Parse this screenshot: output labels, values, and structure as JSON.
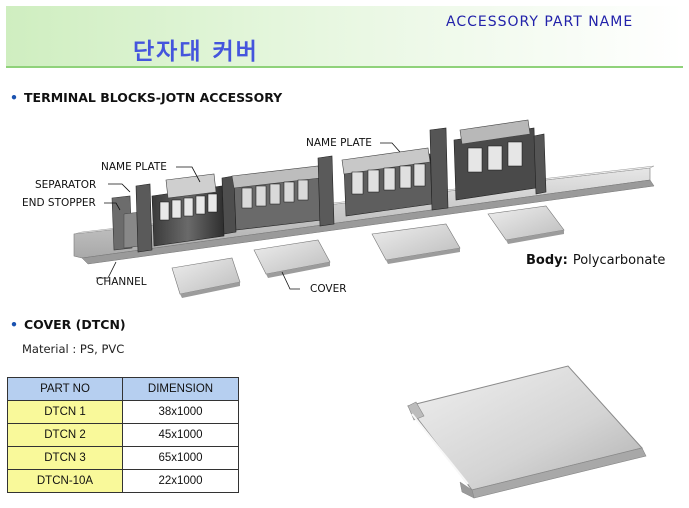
{
  "header": {
    "accessory_title": "ACCESSORY PART NAME",
    "korean_title": "단자대 커버"
  },
  "section1": {
    "title": "TERMINAL BLOCKS-JOTN ACCESSORY",
    "labels": {
      "name_plate_top": "NAME PLATE",
      "name_plate_left": "NAME PLATE",
      "separator": "SEPARATOR",
      "end_stopper": "END STOPPER",
      "channel": "CHANNEL",
      "cover": "COVER"
    },
    "body_label": "Body:",
    "body_value": "Polycarbonate"
  },
  "section2": {
    "title": "COVER (DTCN)",
    "material": "Material : PS, PVC"
  },
  "table": {
    "headers": [
      "PART NO",
      "DIMENSION"
    ],
    "rows": [
      {
        "part": "DTCN 1",
        "dimension": "38x1000"
      },
      {
        "part": "DTCN 2",
        "dimension": "45x1000"
      },
      {
        "part": "DTCN 3",
        "dimension": "65x1000"
      },
      {
        "part": "DTCN-10A",
        "dimension": "22x1000"
      }
    ]
  },
  "colors": {
    "header_green": "#cfeec0",
    "title_blue": "#2222aa",
    "korean_blue": "#4455dd",
    "bullet_blue": "#1a52b0",
    "table_header": "#b6cff0",
    "table_part_cell": "#f9f99a"
  }
}
